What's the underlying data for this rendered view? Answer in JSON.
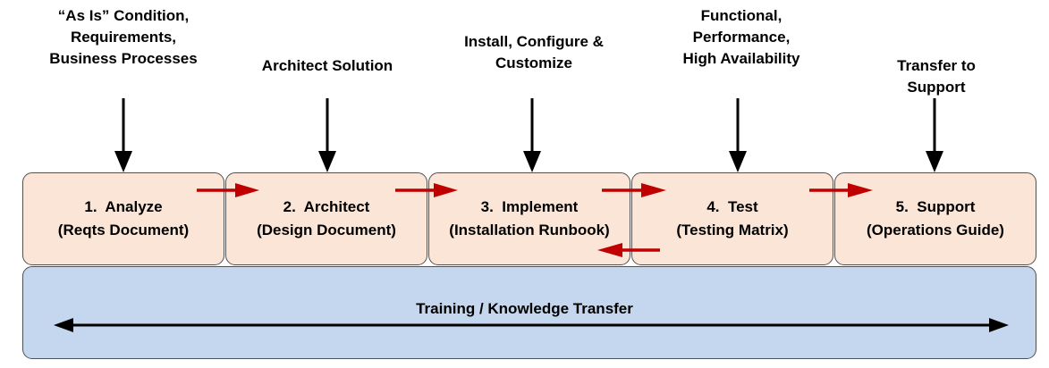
{
  "inputs": [
    {
      "text": "“As Is” Condition,\nRequirements,\nBusiness Processes"
    },
    {
      "text": "Architect Solution"
    },
    {
      "text": "Install,  Configure &\nCustomize"
    },
    {
      "text": "Functional,\nPerformance,\nHigh Availability"
    },
    {
      "text": "Transfer to Support"
    }
  ],
  "phases": [
    {
      "title": "1.  Analyze",
      "deliverable": "(Reqts Document)"
    },
    {
      "title": "2.  Architect",
      "deliverable": "(Design Document)"
    },
    {
      "title": "3.  Implement",
      "deliverable": "(Installation Runbook)"
    },
    {
      "title": "4.  Test",
      "deliverable": "(Testing Matrix)"
    },
    {
      "title": "5.  Support",
      "deliverable": "(Operations Guide)"
    }
  ],
  "band": {
    "label": "Training / Knowledge Transfer"
  },
  "colors": {
    "phase_fill": "#FBE5D6",
    "band_fill": "#C5D7EE",
    "flow_arrow": "#C00000",
    "input_arrow": "#000000"
  }
}
